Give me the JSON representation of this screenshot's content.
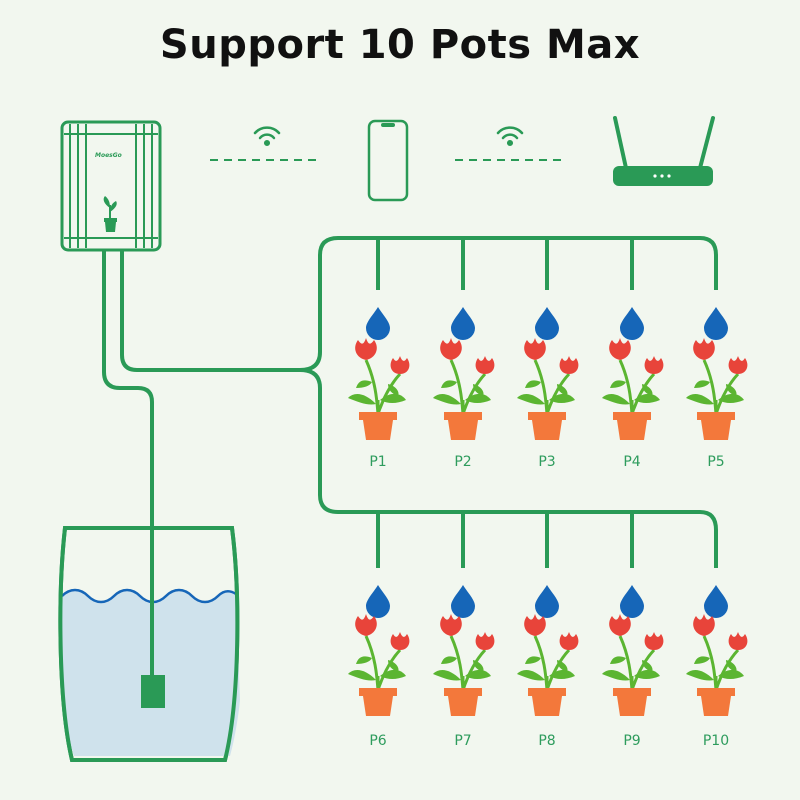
{
  "title": "Support 10 Pots Max",
  "controller": {
    "brand": "MoesGo"
  },
  "pots": [
    {
      "label": "P1"
    },
    {
      "label": "P2"
    },
    {
      "label": "P3"
    },
    {
      "label": "P4"
    },
    {
      "label": "P5"
    },
    {
      "label": "P6"
    },
    {
      "label": "P7"
    },
    {
      "label": "P8"
    },
    {
      "label": "P9"
    },
    {
      "label": "P10"
    }
  ],
  "colors": {
    "background": "#f2f7ef",
    "line": "#2a9a56",
    "water_drop": "#1666b8",
    "water_fill": "#cfe2ec",
    "pot": "#f3783b",
    "flower": "#e8443a",
    "leaf": "#5bb531"
  },
  "icons": [
    "controller-icon",
    "wifi-icon",
    "smartphone-icon",
    "router-icon",
    "water-drop-icon",
    "flower-pot-icon",
    "water-tank-icon",
    "pump-icon"
  ]
}
